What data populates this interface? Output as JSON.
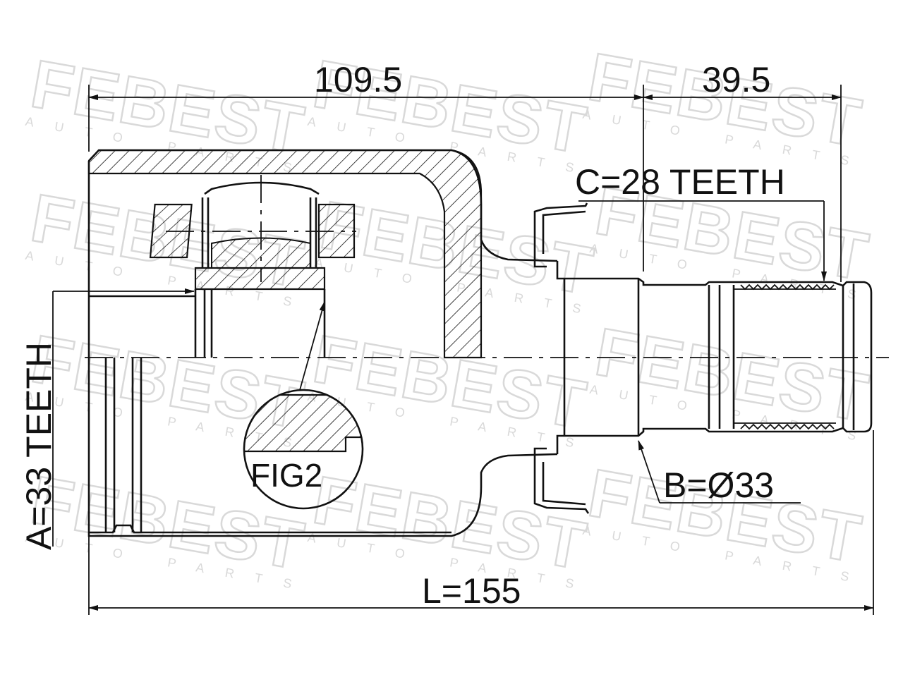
{
  "drawing": {
    "watermark": {
      "brand": "FEBEST",
      "sub": "AUTO PARTS"
    },
    "dimensions": {
      "upper_length": "109.5",
      "stem_length": "39.5",
      "overall_length": "L=155"
    },
    "callouts": {
      "inner_spline": "A=33 TEETH",
      "outer_spline": "C=28 TEETH",
      "seal_diameter": "B=Ø33",
      "detail": "FIG2"
    }
  }
}
